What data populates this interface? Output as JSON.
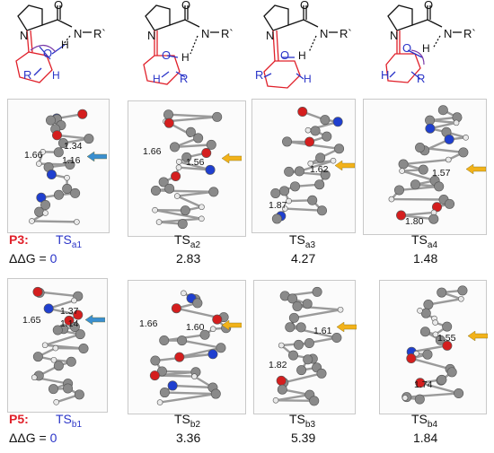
{
  "scheme": {
    "atoms": {
      "N": "N",
      "O": "O",
      "H": "H",
      "R": "R",
      "R_prime": "R`",
      "N_H": "N–R`"
    },
    "colors": {
      "black": "#111111",
      "red": "#e0202a",
      "blue": "#2a34c8",
      "purple": "#7a3aa8"
    }
  },
  "rows": [
    {
      "product_label": "P3:",
      "ddg_label": "ΔΔG = ",
      "structures": [
        {
          "ts_base": "TS",
          "ts_sub": "a1",
          "value": "0",
          "value_color": "#2a34c8",
          "label_color": "#2a34c8",
          "distances": [
            "1.34",
            "1.66",
            "1.16"
          ],
          "arrow_color": "#3a8fd0"
        },
        {
          "ts_base": "TS",
          "ts_sub": "a2",
          "value": "2.83",
          "value_color": "#111111",
          "label_color": "#111111",
          "distances": [
            "1.66",
            "1.56"
          ],
          "arrow_color": "#f2b21a"
        },
        {
          "ts_base": "TS",
          "ts_sub": "a3",
          "value": "4.27",
          "value_color": "#111111",
          "label_color": "#111111",
          "distances": [
            "1.62",
            "1.87"
          ],
          "arrow_color": "#f2b21a"
        },
        {
          "ts_base": "TS",
          "ts_sub": "a4",
          "value": "1.48",
          "value_color": "#111111",
          "label_color": "#111111",
          "distances": [
            "1.57",
            "1.80"
          ],
          "arrow_color": "#f2b21a"
        }
      ]
    },
    {
      "product_label": "P5:",
      "ddg_label": "ΔΔG = ",
      "structures": [
        {
          "ts_base": "TS",
          "ts_sub": "b1",
          "value": "0",
          "value_color": "#2a34c8",
          "label_color": "#2a34c8",
          "distances": [
            "1.37",
            "1.65",
            "1.14"
          ],
          "arrow_color": "#3a8fd0"
        },
        {
          "ts_base": "TS",
          "ts_sub": "b2",
          "value": "3.36",
          "value_color": "#111111",
          "label_color": "#111111",
          "distances": [
            "1.66",
            "1.60"
          ],
          "arrow_color": "#f2b21a"
        },
        {
          "ts_base": "TS",
          "ts_sub": "b3",
          "value": "5.39",
          "value_color": "#111111",
          "label_color": "#111111",
          "distances": [
            "1.61",
            "1.82"
          ],
          "arrow_color": "#f2b21a"
        },
        {
          "ts_base": "TS",
          "ts_sub": "b4",
          "value": "1.84",
          "value_color": "#111111",
          "label_color": "#111111",
          "distances": [
            "1.55",
            "1.74"
          ],
          "arrow_color": "#f2b21a"
        }
      ]
    }
  ],
  "molecule_colors": {
    "carbon": "#8a8a8a",
    "oxygen": "#d41e1e",
    "nitrogen": "#1f3fcf",
    "hydrogen": "#e9e9e9"
  }
}
